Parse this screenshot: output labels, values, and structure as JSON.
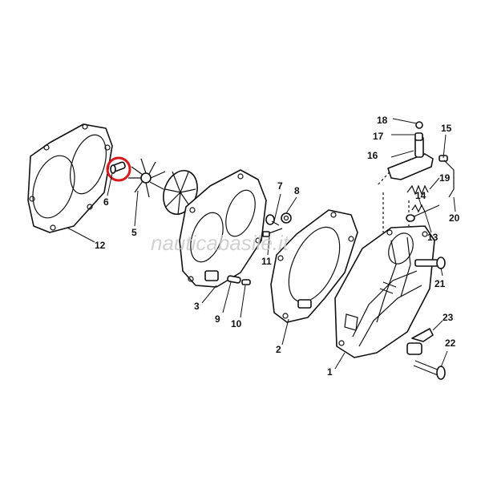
{
  "watermark": "nauticabasile.it",
  "highlight_color": "#d7191c",
  "highlighted_part": "6",
  "callouts": [
    "1",
    "2",
    "3",
    "5",
    "6",
    "7",
    "8",
    "9",
    "10",
    "11",
    "12",
    "13",
    "14",
    "15",
    "16",
    "17",
    "18",
    "19",
    "20",
    "21",
    "22",
    "23"
  ]
}
